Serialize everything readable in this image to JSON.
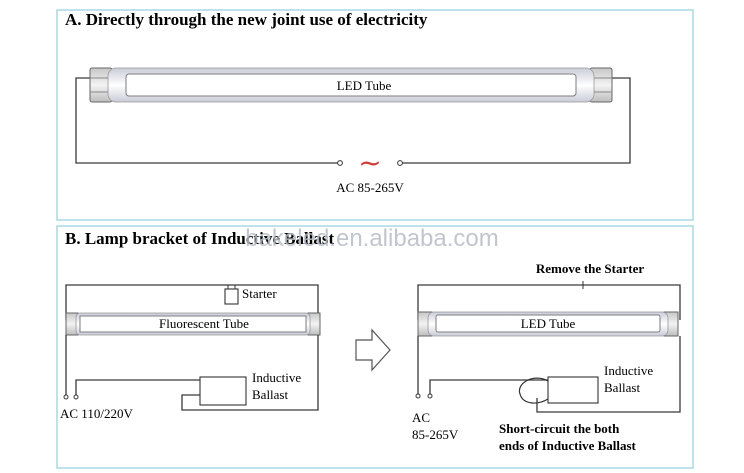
{
  "section_a": {
    "heading": "A. Directly through the new joint use of electricity",
    "tube_label": "LED Tube",
    "ac_symbol": "~",
    "ac_label": "AC 85-265V"
  },
  "section_b": {
    "heading": "B. Lamp bracket of Inductive Ballast",
    "left": {
      "starter_label": "Starter",
      "tube_label": "Fluorescent Tube",
      "ballast_label_1": "Inductive",
      "ballast_label_2": "Ballast",
      "ac_label": "AC 110/220V"
    },
    "right": {
      "remove_label": "Remove the Starter",
      "tube_label": "LED Tube",
      "ballast_label_1": "Inductive",
      "ballast_label_2": "Ballast",
      "ac_label_1": "AC",
      "ac_label_2": "85-265V",
      "note_1": "Short-circuit the both",
      "note_2": "ends of Inductive Ballast"
    }
  },
  "watermark": "bakeled.en.alibaba.com",
  "colors": {
    "panel_border": "#a9d8e4",
    "wire": "#3a3a3a",
    "tube_glow": "#e9eaf2",
    "watermark": "#b7bcc6"
  }
}
